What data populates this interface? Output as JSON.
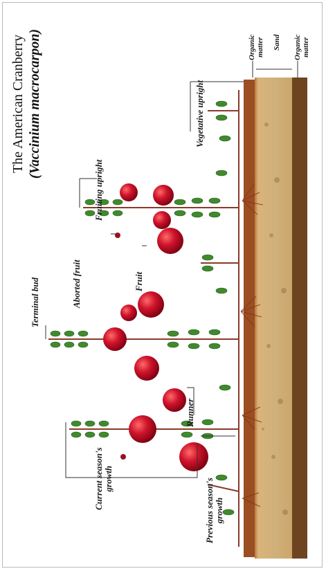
{
  "title": {
    "main": "The American Cranberry",
    "latin": "(Vaccinium macrocarpon)"
  },
  "labels": {
    "vegetative_upright": "Vegetative upright",
    "fruiting_upright": "Fruiting upright",
    "terminal_bud": "Terminal bud",
    "aborted_fruit": "Aborted fruit",
    "fruit": "Fruit",
    "runner": "Runner",
    "current_season_line1": "Current season's",
    "current_season_line2": "growth",
    "previous_season_line1": "Previous season's",
    "previous_season_line2": "growth",
    "organic_matter_top_1": "Organic",
    "organic_matter_top_2": "matter",
    "sand": "Sand",
    "organic_matter_bottom_1": "Organic",
    "organic_matter_bottom_2": "matter"
  },
  "colors": {
    "berry": "#c8102e",
    "leaf": "#3f8a2e",
    "stem": "#8a2b2b",
    "sand": "#c9a66b",
    "organic": "#6b3a1e"
  }
}
